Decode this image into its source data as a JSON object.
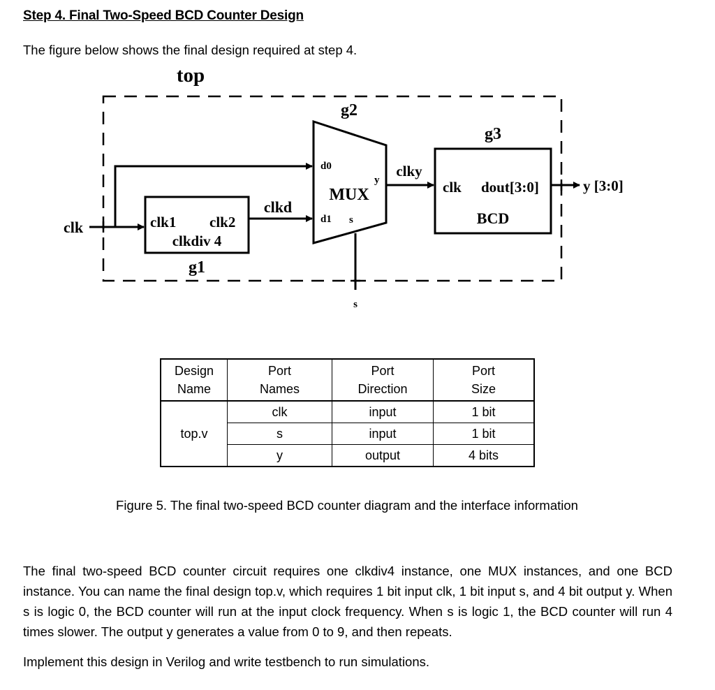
{
  "heading": "Step 4. Final Two-Speed BCD Counter Design",
  "intro": "The figure below shows the final design required at step 4.",
  "diagram": {
    "top_label": "top",
    "g1": {
      "name": "g1",
      "port_in": "clk1",
      "port_out": "clk2",
      "module": "clkdiv 4"
    },
    "g2": {
      "name": "g2",
      "module": "MUX",
      "d0": "d0",
      "d1": "d1",
      "s": "s",
      "y": "y"
    },
    "g3": {
      "name": "g3",
      "clk": "clk",
      "dout": "dout[3:0]",
      "module": "BCD"
    },
    "signals": {
      "clk": "clk",
      "clkd": "clkd",
      "clky": "clky",
      "y": "y [3:0]",
      "s": "s"
    }
  },
  "table": {
    "headers": [
      "Design\nName",
      "Port\nNames",
      "Port\nDirection",
      "Port\nSize"
    ],
    "design_name": "top.v",
    "rows": [
      [
        "clk",
        "input",
        "1 bit"
      ],
      [
        "s",
        "input",
        "1 bit"
      ],
      [
        "y",
        "output",
        "4 bits"
      ]
    ]
  },
  "caption": "Figure 5. The final two-speed BCD counter diagram and the interface information",
  "body_text": "The final two-speed BCD counter circuit requires one clkdiv4 instance, one MUX instances, and one BCD instance. You can name the final design top.v, which requires 1 bit input clk, 1 bit input s, and 4 bit output y. When s is logic 0, the BCD counter will run at the input clock frequency. When s is logic 1, the BCD counter will run 4 times slower. The output y generates a value from 0 to 9, and then repeats.",
  "final_line": "Implement this design in Verilog and write testbench to run simulations."
}
